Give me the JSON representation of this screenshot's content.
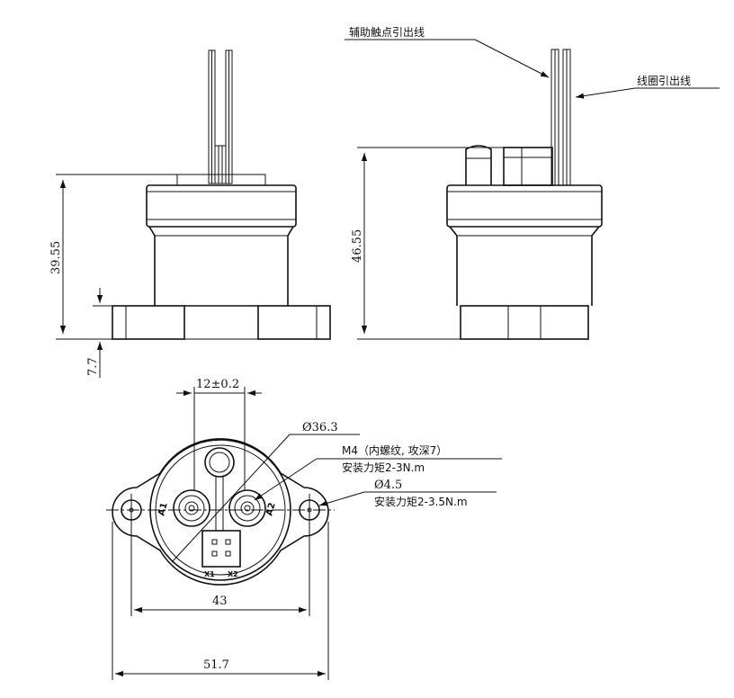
{
  "annotations": {
    "aux_lead_label": "辅助触点引出线",
    "coil_lead_label": "线圈引出线"
  },
  "dimensions": {
    "front_height": "39.55",
    "side_height": "46.55",
    "base_thickness": "7.7",
    "terminal_spacing": "12±0.2",
    "body_diameter": "Ø36.3",
    "thread_spec": "M4（内螺纹, 攻深7）",
    "thread_torque": "安装力矩2-3N.m",
    "hole_diameter": "Ø4.5",
    "hole_torque": "安装力矩2-3.5N.m",
    "hole_spacing": "43",
    "overall_width": "51.7"
  },
  "terminals": {
    "a1": "A1",
    "a2": "A2",
    "x1": "X1",
    "x2": "X2"
  }
}
